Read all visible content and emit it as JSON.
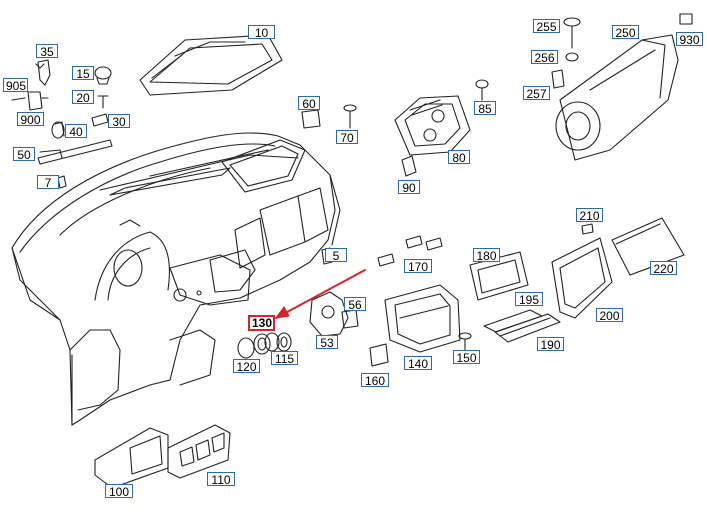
{
  "labels": {
    "l10": "10",
    "l15": "15",
    "l20": "20",
    "l30": "30",
    "l35": "35",
    "l40": "40",
    "l50": "50",
    "l5": "5",
    "l53": "53",
    "l56": "56",
    "l60": "60",
    "l70": "70",
    "l7": "7",
    "l80": "80",
    "l85": "85",
    "l90": "90",
    "l100": "100",
    "l110": "110",
    "l115": "115",
    "l120": "120",
    "l130": "130",
    "l140": "140",
    "l150": "150",
    "l160": "160",
    "l170": "170",
    "l180": "180",
    "l190": "190",
    "l195": "195",
    "l200": "200",
    "l210": "210",
    "l220": "220",
    "l250": "250",
    "l255": "255",
    "l256": "256",
    "l257": "257",
    "l900": "900",
    "l905": "905",
    "l930": "930"
  },
  "colors": {
    "line": "#222222",
    "label_border": "#2a6aa8",
    "highlight": "#d8232a"
  },
  "highlighted_part": "130"
}
